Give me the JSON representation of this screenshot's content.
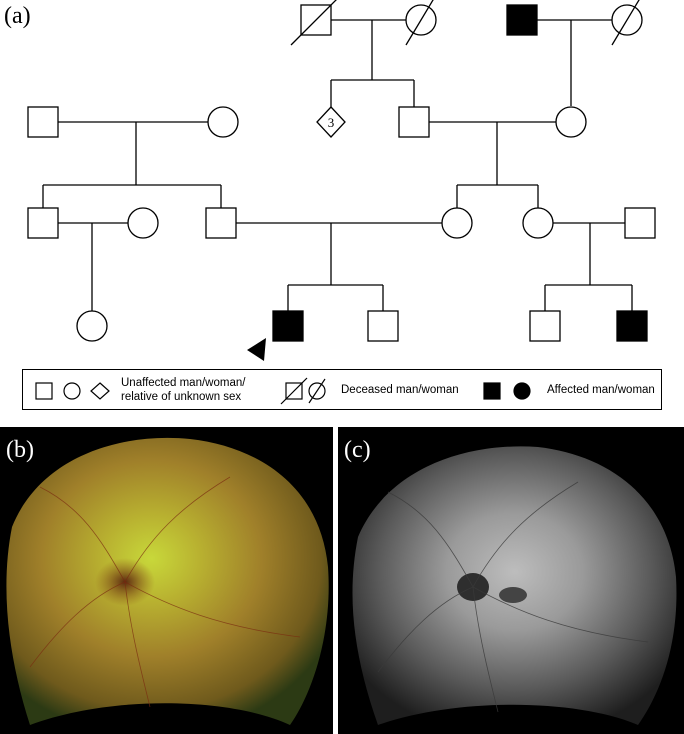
{
  "figure": {
    "panel_labels": {
      "a": "(a)",
      "b": "(b)",
      "c": "(c)"
    }
  },
  "pedigree": {
    "sibship_number": "3",
    "proband_marker": "arrowhead"
  },
  "legend": {
    "unaffected_line1": "Unaffected man/woman/",
    "unaffected_line2": "relative of unknown sex",
    "deceased": "Deceased man/woman",
    "affected": "Affected man/woman"
  },
  "colors": {
    "line": "#000000",
    "affected_fill": "#000000",
    "unaffected_fill": "#ffffff",
    "photo_background": "#000000"
  },
  "photos": {
    "b": {
      "kind": "color fundus image",
      "icon": "fundus-color-image"
    },
    "c": {
      "kind": "fundus autofluorescence image",
      "icon": "fundus-autofluorescence-image"
    }
  }
}
